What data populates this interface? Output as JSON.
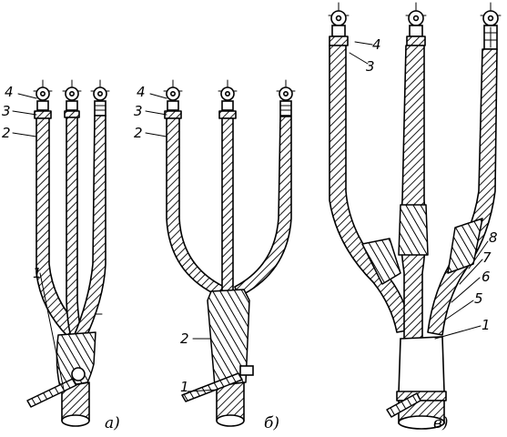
{
  "figures": [
    {
      "caption": "а)",
      "labels": [
        "4",
        "3",
        "2",
        "1"
      ]
    },
    {
      "caption": "б)",
      "labels": [
        "4",
        "3",
        "2",
        "2",
        "1"
      ]
    },
    {
      "caption": "в)",
      "labels": [
        "4",
        "3",
        "8",
        "7",
        "6",
        "5",
        "1"
      ]
    }
  ]
}
